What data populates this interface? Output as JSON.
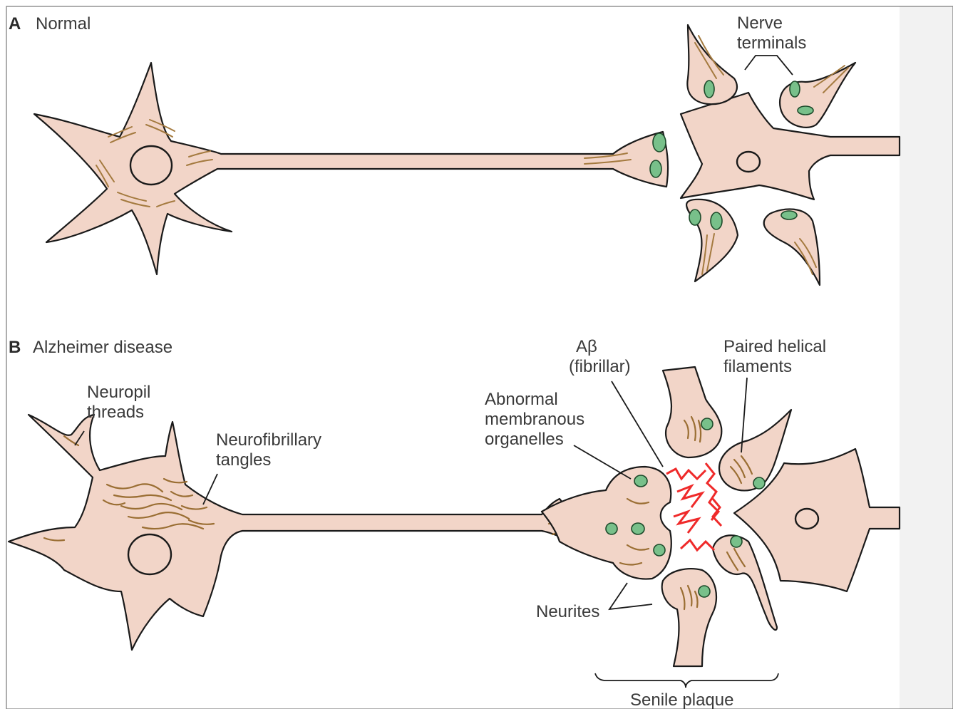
{
  "panels": {
    "a": {
      "letter": "A",
      "title": "Normal"
    },
    "b": {
      "letter": "B",
      "title": "Alzheimer disease"
    }
  },
  "labels": {
    "nerve_terminals": [
      "Nerve",
      "terminals"
    ],
    "neuropil_threads": [
      "Neuropil",
      "threads"
    ],
    "neurofibrillary_tangles": [
      "Neurofibrillary",
      "tangles"
    ],
    "abeta": [
      "Aβ",
      "(fibrillar)"
    ],
    "paired_helical": [
      "Paired helical",
      "filaments"
    ],
    "abnormal_organelles": [
      "Abnormal",
      "membranous",
      "organelles"
    ],
    "neurites": "Neurites",
    "senile_plaque": "Senile plaque"
  },
  "colors": {
    "cell_fill": "#f2d5c8",
    "outline": "#1a1a1a",
    "filament": "#a47a3f",
    "mitochondria": "#78c08a",
    "amyloid": "#ef2a2a",
    "side_panel": "#f2f2f2"
  }
}
